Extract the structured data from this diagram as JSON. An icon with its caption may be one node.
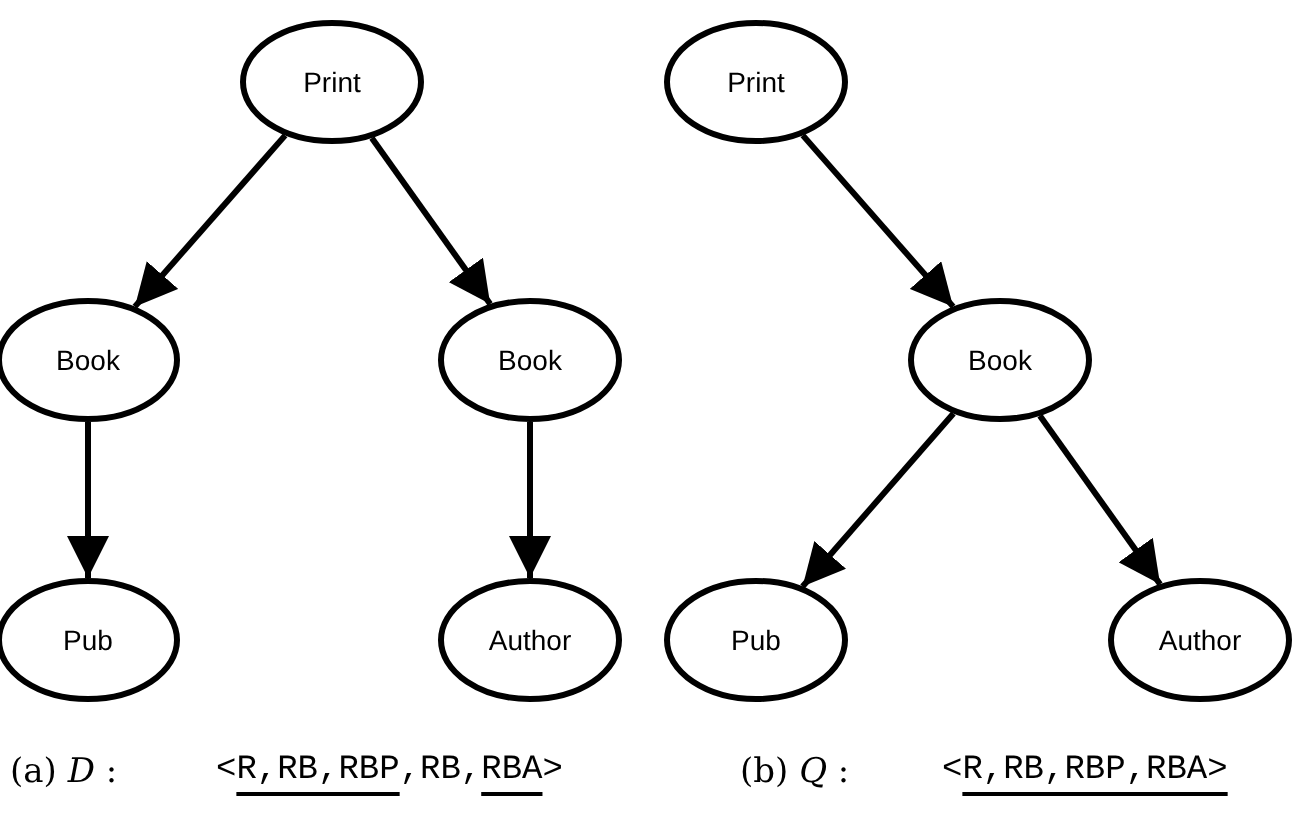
{
  "diagram": {
    "nodes": [
      {
        "text": [
          "Print"
        ]
      },
      {
        "text": [
          "Book"
        ]
      },
      {
        "text": [
          "Book"
        ]
      },
      {
        "text": [
          "Pub"
        ]
      },
      {
        "text": [
          "Author"
        ]
      },
      {
        "text": [
          "Print"
        ]
      },
      {
        "text": [
          "Book"
        ]
      },
      {
        "text": [
          "Pub"
        ]
      },
      {
        "text": [
          "Author"
        ]
      }
    ],
    "edges": [
      {
        "from": 0,
        "to": 1,
        "arrow": "to"
      },
      {
        "from": 0,
        "to": 2,
        "arrow": "to"
      },
      {
        "from": 1,
        "to": 3,
        "arrow": "to"
      },
      {
        "from": 2,
        "to": 4,
        "arrow": "to"
      },
      {
        "from": 5,
        "to": 6,
        "arrow": "to"
      },
      {
        "from": 6,
        "to": 7,
        "arrow": "to"
      },
      {
        "from": 6,
        "to": 8,
        "arrow": "to"
      }
    ],
    "labels": [
      "(a) *D* :",
      "<R,RB,RBP,RB,RBA>",
      "(b) *Q* :",
      "<R,RB,RBP,RBA>"
    ]
  }
}
